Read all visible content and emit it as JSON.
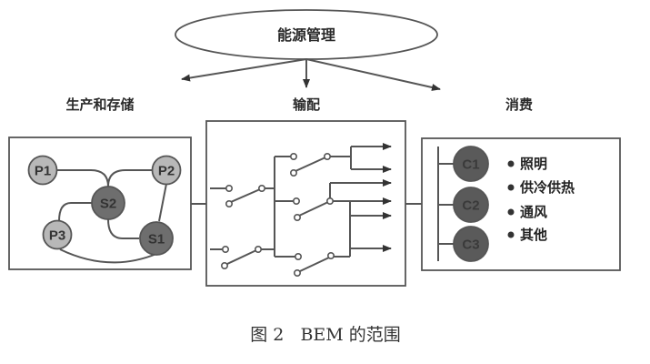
{
  "title": "能源管理",
  "sections": {
    "production": "生产和存储",
    "distribution": "输配",
    "consumption": "消费"
  },
  "production_nodes": [
    {
      "id": "P1",
      "label": "P1",
      "kind": "producer"
    },
    {
      "id": "P2",
      "label": "P2",
      "kind": "producer"
    },
    {
      "id": "S2",
      "label": "S2",
      "kind": "storage"
    },
    {
      "id": "P3",
      "label": "P3",
      "kind": "producer"
    },
    {
      "id": "S1",
      "label": "S1",
      "kind": "storage"
    }
  ],
  "production_edges": [
    [
      "P1",
      "S2"
    ],
    [
      "P2",
      "S2"
    ],
    [
      "P2",
      "S1"
    ],
    [
      "S2",
      "P3"
    ],
    [
      "S2",
      "S1"
    ],
    [
      "P3",
      "S1"
    ]
  ],
  "consumers": [
    {
      "id": "C1",
      "label": "C1"
    },
    {
      "id": "C2",
      "label": "C2"
    },
    {
      "id": "C3",
      "label": "C3"
    }
  ],
  "consumption_items": [
    "照明",
    "供冷供热",
    "通风",
    "其他"
  ],
  "distribution_outputs": 6,
  "caption": "图 2   BEM 的范围",
  "colors": {
    "producer_fill": "#b8b8b8",
    "storage_fill": "#6e6e6e",
    "consumer_fill": "#5a5a5a",
    "stroke": "#555555"
  }
}
